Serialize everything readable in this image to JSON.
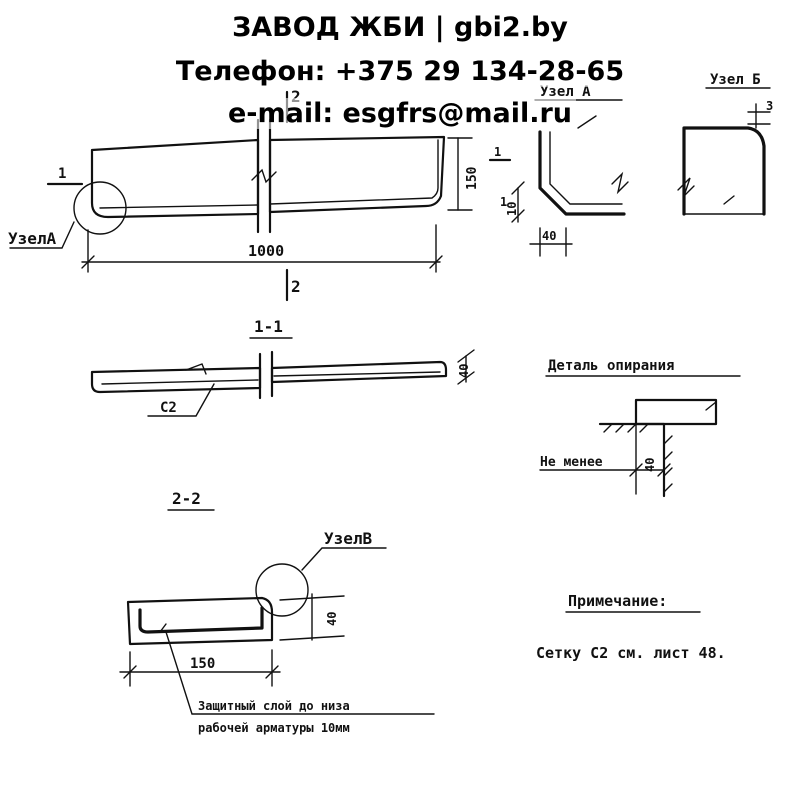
{
  "header": {
    "line1": "ЗАВОД ЖБИ | gbi2.by",
    "line2": "Телефон: +375 29 134-28-65",
    "line3": "e-mail: esgfrs@mail.ru"
  },
  "plan": {
    "section_mark_1": "1",
    "section_mark_2_top": "2",
    "section_mark_2_bottom": "2",
    "node_a_label": "УзелА",
    "height_dim": "150",
    "length_dim": "1000"
  },
  "node_a_detail": {
    "title": "Узел А",
    "dim_vertical": "10",
    "dim_horizontal": "40",
    "mark": "1"
  },
  "node_b_detail": {
    "title": "Узел Б",
    "dim": "3"
  },
  "section_1_1": {
    "title": "1-1",
    "thickness_dim": "40",
    "mesh_label": "С2"
  },
  "support_detail": {
    "title": "Деталь опирания",
    "not_less_label": "Не менее",
    "dim": "40"
  },
  "section_2_2": {
    "title": "2-2",
    "node_v_label": "УзелВ",
    "height_dim": "40",
    "width_dim": "150",
    "cover_note_line1": "Защитный слой до низа",
    "cover_note_line2": "рабочей арматуры 10мм"
  },
  "note": {
    "title": "Примечание:",
    "text": "Сетку С2 см. лист 48."
  }
}
